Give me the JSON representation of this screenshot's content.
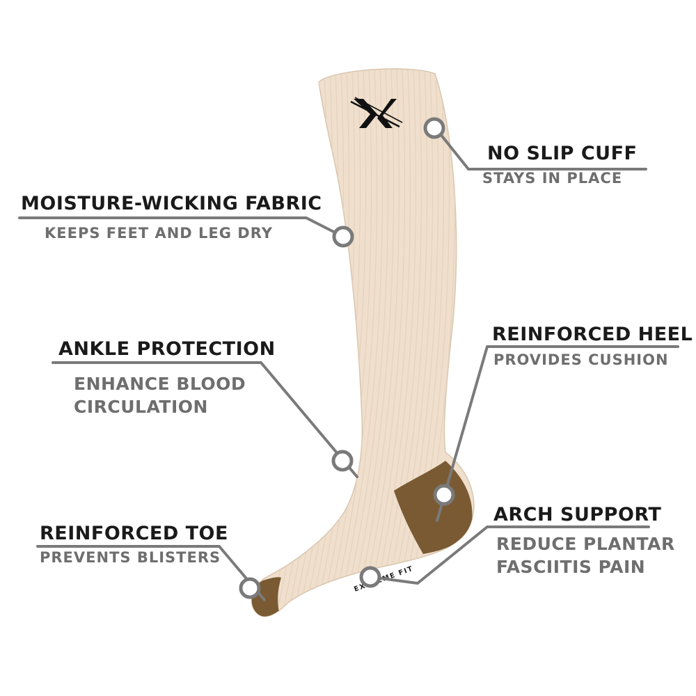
{
  "product": {
    "logo_icon": "x-brand-logo-icon",
    "toe_brand_text": "EXTREME FIT",
    "colors": {
      "sock": "#efdfcc",
      "sock_shadow": "#d9c5ae",
      "rib": "#e4d2bd",
      "reinforcement": "#7a5a33",
      "leader_line": "#7a7a7a",
      "title_text": "#1a1a1a",
      "sub_text": "#6e6e6e"
    }
  },
  "callouts": {
    "no_slip_cuff": {
      "title": "NO SLIP CUFF",
      "subtitle": "STAYS IN PLACE"
    },
    "moisture_wicking": {
      "title": "MOISTURE-WICKING FABRIC",
      "subtitle": "KEEPS FEET AND LEG DRY"
    },
    "ankle_protection": {
      "title": "ANKLE PROTECTION",
      "subtitle_line1": "ENHANCE BLOOD",
      "subtitle_line2": "CIRCULATION"
    },
    "reinforced_heel": {
      "title": "REINFORCED HEEL",
      "subtitle": "PROVIDES CUSHION"
    },
    "arch_support": {
      "title": "ARCH SUPPORT",
      "subtitle_line1": "REDUCE PLANTAR",
      "subtitle_line2": "FASCIITIS PAIN"
    },
    "reinforced_toe": {
      "title": "REINFORCED TOE",
      "subtitle": "PREVENTS BLISTERS"
    }
  }
}
